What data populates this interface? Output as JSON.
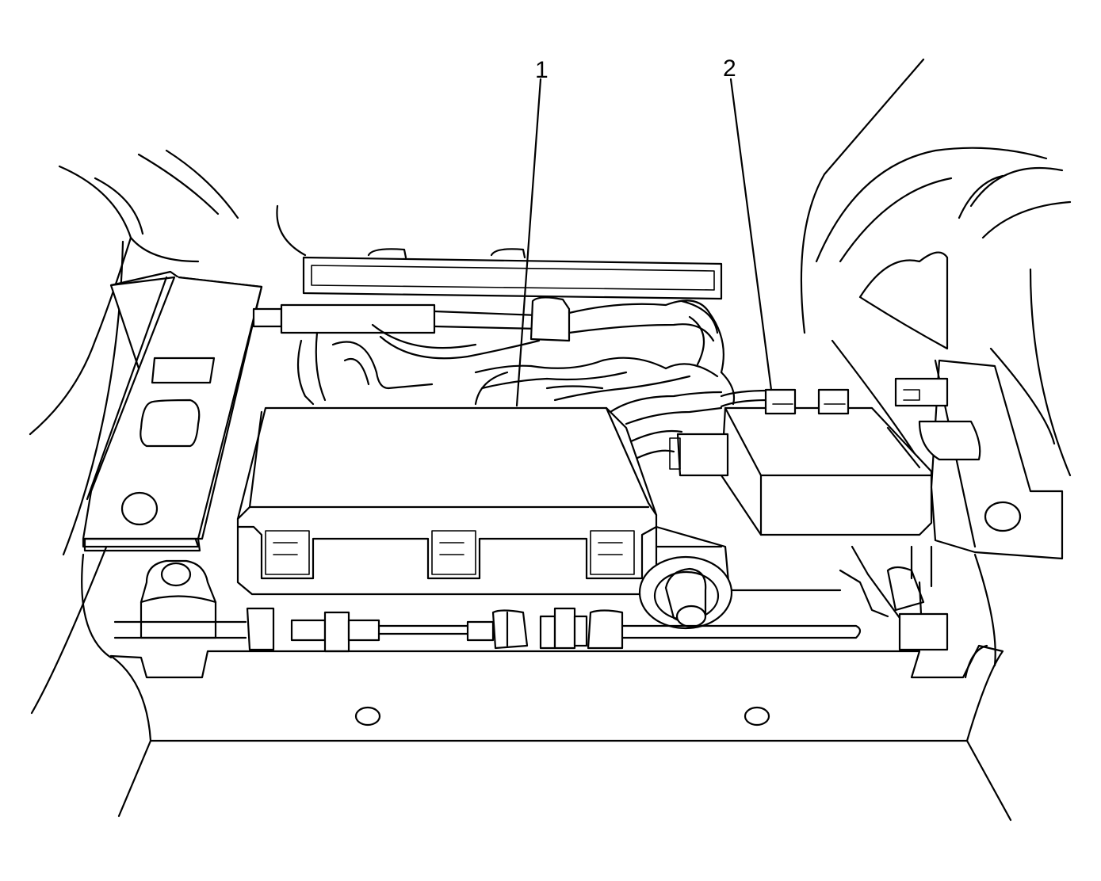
{
  "callouts": [
    {
      "number": "1",
      "target": "module-large"
    },
    {
      "number": "2",
      "target": "module-small"
    }
  ],
  "style": {
    "line_color": "#000000",
    "background": "#ffffff"
  }
}
